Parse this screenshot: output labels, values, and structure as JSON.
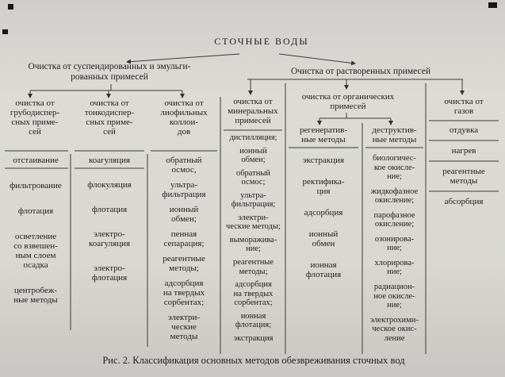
{
  "colors": {
    "paper": "#d8d6d1",
    "ink": "#1e1e1e",
    "line": "#3a3a3a"
  },
  "figure": {
    "root": "СТОЧНЫЕ ВОДЫ",
    "caption": "Рис. 2. Классификация основных методов обезвреживания сточных вод",
    "branches": {
      "left": {
        "title": "Очистка от суспендированных и эмульги-\nрованных примесей"
      },
      "right": {
        "title": "Очистка от растворенных примесей"
      }
    },
    "organic_header": "очистка от органических\nпримесей",
    "columns": [
      {
        "id": "coarse",
        "header": "очистка от\nгрубодиспер-\nсных приме-\nсей",
        "items": [
          "отстаивание",
          "фильтрование",
          "флотация",
          "осветление\nсо взвешен-\nным слоем\nосадка",
          "центробеж-\nные методы"
        ]
      },
      {
        "id": "fine",
        "header": "очистка от\nтонкодиспер-\nсных приме-\nсей",
        "items": [
          "коагуляция",
          "флокуляция",
          "флотация",
          "электро-\nкоагуляция",
          "электро-\nфлотация"
        ]
      },
      {
        "id": "lyophilic-colloids",
        "header": "очистка от\nлиофильных\nколлои-\nдов",
        "items": [
          "обратный\nосмос,",
          "ультра-\nфильтрация",
          "ионный\nобмен;",
          "пенная\nсепарация;",
          "реагентные\nметоды;",
          "адсорбция\nна твердых\nсорбентах;",
          "электри-\nческие\nметоды"
        ]
      },
      {
        "id": "mineral",
        "header": "очистка от\nминеральных\nпримесей",
        "items": [
          "дистилляция;",
          "ионный\nобмен;",
          "обратный\nосмос;",
          "ультра-\nфильтрация;",
          "электри-\nческие методы;",
          "выморажива-\nние;",
          "реагентные\nметоды;",
          "адсорбция\nна твердых\nсорбентах;",
          "ионная\nфлотация;",
          "экстракция"
        ]
      },
      {
        "id": "regenerative",
        "header": "регенератив-\nные методы",
        "items": [
          "экстракция",
          "ректифика-\nция",
          "адсорбция",
          "ионный\nобмен",
          "ионная\nфлотация"
        ]
      },
      {
        "id": "destructive",
        "header": "деструктив-\nные методы",
        "items": [
          "биологичес-\nкое окисле-\nние;",
          "жидкофазное\nокисление;",
          "парофазное\nокисление;",
          "озонирова-\nние;",
          "хлорирова-\nние;",
          "радиацион-\nное окисле-\nние;",
          "электрохими-\nческое окис-\nление"
        ]
      },
      {
        "id": "gases",
        "header": "очистка от\nгазов",
        "items": [
          "отдувка",
          "нагрев",
          "реагентные\nметоды",
          "абсорбция"
        ]
      }
    ]
  }
}
